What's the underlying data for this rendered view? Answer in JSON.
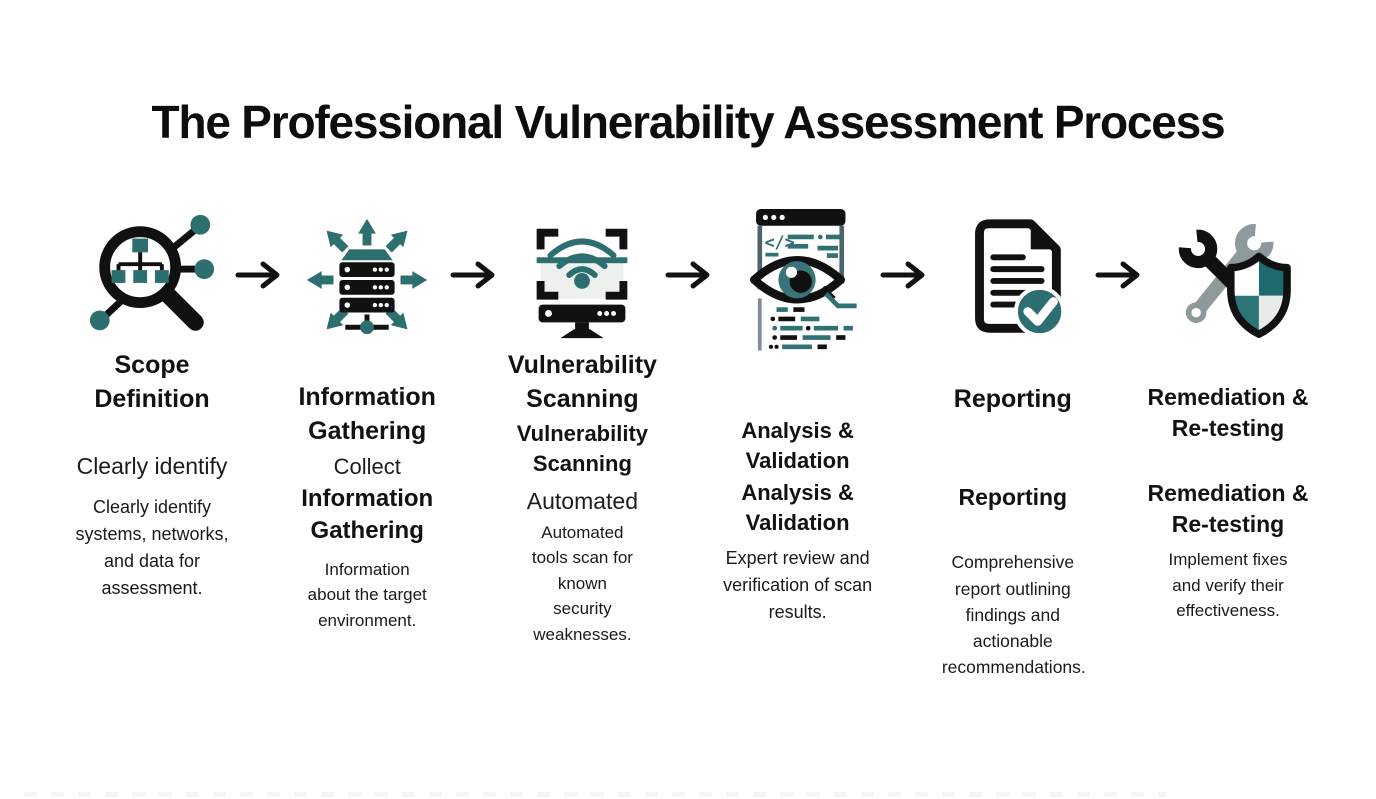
{
  "page_title": "The Professional Vulnerability Assessment Process",
  "colors": {
    "accent_teal": "#2d6e70",
    "ink": "#111111",
    "wrench_gray": "#8e999b"
  },
  "steps": [
    {
      "name": "scope-definition",
      "icon": "magnifier-network-icon",
      "heading": "Scope Definition",
      "subheading": "Clearly identify",
      "description": "Clearly identify systems, networks, and data for assessment."
    },
    {
      "name": "information-gathering",
      "icon": "server-broadcast-icon",
      "heading": "Information Gathering",
      "subheading": "Collect",
      "heading_repeat": "Information Gathering",
      "description": "Information about the target environment."
    },
    {
      "name": "vulnerability-scanning",
      "icon": "monitor-wifi-scan-icon",
      "heading": "Vulnerability Scanning",
      "heading_repeat": "Vulnerability Scanning",
      "subheading": "Automated",
      "description": "Automated tools scan for known security weaknesses."
    },
    {
      "name": "analysis-validation",
      "icon": "eye-code-review-icon",
      "heading": "Analysis & Validation",
      "heading_repeat": "Analysis & Validation",
      "description": "Expert review and verification of scan results."
    },
    {
      "name": "reporting",
      "icon": "document-check-icon",
      "heading": "Reporting",
      "heading_repeat": "Reporting",
      "description": "Comprehensive report outlining findings and actionable recommendations."
    },
    {
      "name": "remediation-retesting",
      "icon": "wrench-shield-icon",
      "heading": "Remediation & Re-testing",
      "heading_repeat": "Remediation & Re-testing",
      "description": "Implement fixes and verify their effectiveness."
    }
  ]
}
